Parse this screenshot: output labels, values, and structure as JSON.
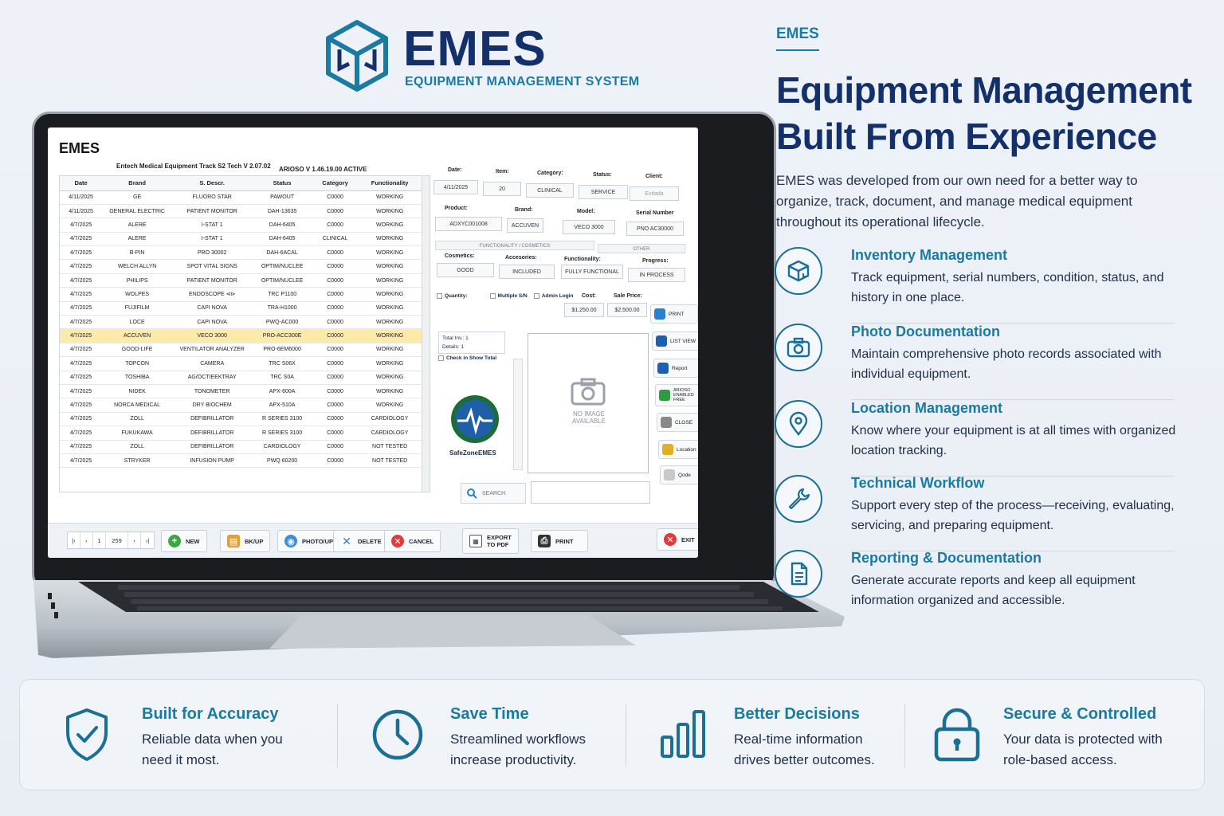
{
  "brand": {
    "name": "EMES",
    "subtitle": "EQUIPMENT MANAGEMENT SYSTEM"
  },
  "app": {
    "title": "EMES",
    "version_line": "Entech Medical Equipment Track S2 Tech V 2.07.02",
    "status_line": "ARIOSO V 1.46.19.00 ACTIVE",
    "columns": [
      "Date",
      "Brand",
      "S. Descr.",
      "Status",
      "Category",
      "Functionality"
    ],
    "rows": [
      [
        "4/11/2025",
        "GE",
        "FLUORO STAR",
        "PAWOUT",
        "C0000",
        "WORKING"
      ],
      [
        "4/11/2025",
        "GENERAL ELECTRIC",
        "PATIENT MONITOR",
        "DAH-13635",
        "C0000",
        "WORKING"
      ],
      [
        "4/7/2025",
        "ALERE",
        "I-STAT 1",
        "DAH-6405",
        "C0000",
        "WORKING"
      ],
      [
        "4/7/2025",
        "ALERE",
        "I-STAT 1",
        "DAH-6405",
        "CLINICAL",
        "WORKING"
      ],
      [
        "4/7/2025",
        "B-PIN",
        "PRO 30002",
        "DAH-6ACAL",
        "C0000",
        "WORKING"
      ],
      [
        "4/7/2025",
        "WELCH ALLYN",
        "SPOT VITAL SIGNS",
        "OPTIM/NUCLEE",
        "C0000",
        "WORKING"
      ],
      [
        "4/7/2025",
        "PHILIPS",
        "PATIENT MONITOR",
        "OPTIM/NUCLEE",
        "C0000",
        "WORKING"
      ],
      [
        "4/7/2025",
        "WOLPES",
        "ENDOSCOPE ⊲⊳",
        "TRC P1100",
        "C0000",
        "WORKING"
      ],
      [
        "4/7/2025",
        "FUJIFILM",
        "CAPI NOVA",
        "TRA-H1000",
        "C0000",
        "WORKING"
      ],
      [
        "4/7/2025",
        "LOCE",
        "CAPI NOVA",
        "PWQ-AC000",
        "C0000",
        "WORKING"
      ],
      [
        "4/7/2025",
        "ACCUVEN",
        "VECO 3000",
        "PRO-ACC300E",
        "C0000",
        "WORKING"
      ],
      [
        "4/7/2025",
        "GOOD-LIFE",
        "VENTILATOR ANALYZER",
        "PRO-6EM6000",
        "C0000",
        "WORKING"
      ],
      [
        "4/7/2025",
        "TOPCON",
        "CAMERA",
        "TRC S06X",
        "C0000",
        "WORKING"
      ],
      [
        "4/7/2025",
        "TOSHIBA",
        "AG/OCTIEEKTRAY",
        "TRC S0A",
        "C0000",
        "WORKING"
      ],
      [
        "4/7/2025",
        "NIDEK",
        "TONOMETER",
        "APX-600A",
        "C0000",
        "WORKING"
      ],
      [
        "4/7/2025",
        "NORCA MEDICAL",
        "DRY BIOCHEM",
        "APX-510A",
        "C0000",
        "WORKING"
      ],
      [
        "4/7/2025",
        "ZOLL",
        "DEFIBRILLATOR",
        "R SERIES 3100",
        "C0000",
        "CARDIOLOGY"
      ],
      [
        "4/7/2025",
        "FUKUKAWA",
        "DEFIBRILLATOR",
        "R SERIES 3100",
        "C0000",
        "CARDIOLOGY"
      ],
      [
        "4/7/2025",
        "ZOLL",
        "DEFIBRILLATOR",
        "CARDIOLOGY",
        "C0000",
        "NOT TESTED"
      ],
      [
        "4/7/2025",
        "STRYKER",
        "INFUSION PUMP",
        "PWQ 60200",
        "C0000",
        "NOT TESTED"
      ]
    ],
    "selected_row": 10,
    "form": {
      "date_label": "Date:",
      "date": "4/11/2025",
      "item_label": "Item:",
      "item": "20",
      "category_label": "Category:",
      "category": "CLINICAL",
      "status_label": "Status:",
      "status": "SERVICE",
      "client_label": "Client:",
      "client": "Evitada",
      "product_label": "Product:",
      "product": "ADXYC001008",
      "brand_label": "Brand:",
      "brand": "ACCUVEN",
      "model_label": "Model:",
      "model": "VECO 3000",
      "serial_label": "Serial Number",
      "serial": "PNO AC30000",
      "section_left": "FUNCTIONALITY / COSMETICS",
      "section_right": "OTHER",
      "cosmetics_label": "Cosmetics:",
      "cosmetics": "GOOD",
      "accessories_label": "Accesories:",
      "accessories": "INCLUDED",
      "functionality_label": "Functionality:",
      "functionality": "FULLY FUNCTIONAL",
      "progress_label": "Progress:",
      "progress": "IN PROCESS",
      "quantity_label": "Quantity:",
      "multiple_sn_label": "Multiple S/N",
      "admin_login_label": "Admin Login",
      "cost_label": "Cost:",
      "cost": "$1,250.00",
      "sale_price_label": "Sale Price:",
      "sale_price": "$2,500.00",
      "total_inv_label": "Total Inv.:",
      "total_inv": "1",
      "details_label": "Details:",
      "details": "1",
      "check_show_total": "Check in Show Total",
      "partner_logo_label": "SafeZoneEMES",
      "no_image": "NO IMAGE AVAILABLE",
      "search_placeholder": "SEARCH"
    },
    "side_buttons": [
      {
        "label": "PRINT",
        "icon": "print-icon",
        "color": "#2a7fd0"
      },
      {
        "label": "LIST VIEW",
        "icon": "list-view-icon",
        "color": "#1d5fb0"
      },
      {
        "label": "Report",
        "icon": "report-icon",
        "color": "#1d5fb0"
      },
      {
        "label": "ARIOSO ENABLED FREE",
        "icon": "arioso-icon",
        "color": "#2e9b3c"
      },
      {
        "label": "CLOSE",
        "icon": "close-icon",
        "color": "#888"
      },
      {
        "label": "Location",
        "icon": "location-icon",
        "color": "#e0b020"
      },
      {
        "label": "Qode",
        "icon": "qode-icon",
        "color": "#c8c8c8"
      }
    ],
    "pager": {
      "first": "|‹",
      "prev": "‹",
      "page": "1",
      "total": "259",
      "next": "›",
      "last": "›|"
    },
    "toolbar": {
      "new": "NEW",
      "bkup": "BK/UP",
      "photo": "PHOTO/UP",
      "delete": "DELETE",
      "cancel": "CANCEL",
      "export_line1": "EXPORT",
      "export_line2": "TO PDF",
      "print": "PRINT",
      "exit": "EXIT"
    }
  },
  "right": {
    "kicker": "EMES",
    "headline_1": "Equipment Management",
    "headline_2": "Built From Experience",
    "intro": "EMES was developed from our own need for a better way to organize, track, document, and manage medical equipment throughout its operational lifecycle.",
    "features": [
      {
        "icon": "box-icon",
        "title": "Inventory Management",
        "desc": "Track equipment, serial numbers, condition, status, and history in one place."
      },
      {
        "icon": "camera-icon",
        "title": "Photo Documentation",
        "desc": "Maintain comprehensive photo records associated with individual equipment."
      },
      {
        "icon": "map-pin-icon",
        "title": "Location Management",
        "desc": "Know where your equipment is at all times with organized location tracking."
      },
      {
        "icon": "wrench-icon",
        "title": "Technical Workflow",
        "desc": "Support every step of the process—receiving, evaluating, servicing, and preparing equipment."
      },
      {
        "icon": "document-icon",
        "title": "Reporting & Documentation",
        "desc": "Generate accurate reports and keep all equipment information organized and accessible."
      }
    ]
  },
  "benefits": [
    {
      "icon": "shield-check-icon",
      "title": "Built for Accuracy",
      "line1": "Reliable data when you",
      "line2": "need it most."
    },
    {
      "icon": "clock-icon",
      "title": "Save Time",
      "line1": "Streamlined workflows",
      "line2": "increase productivity."
    },
    {
      "icon": "bar-chart-icon",
      "title": "Better Decisions",
      "line1": "Real-time information",
      "line2": "drives better outcomes."
    },
    {
      "icon": "lock-icon",
      "title": "Secure & Controlled",
      "line1": "Your data is protected with",
      "line2": "role-based access."
    }
  ],
  "colors": {
    "navy": "#13306a",
    "teal": "#1a7aa2",
    "selected_row": "#fbeaa8"
  }
}
